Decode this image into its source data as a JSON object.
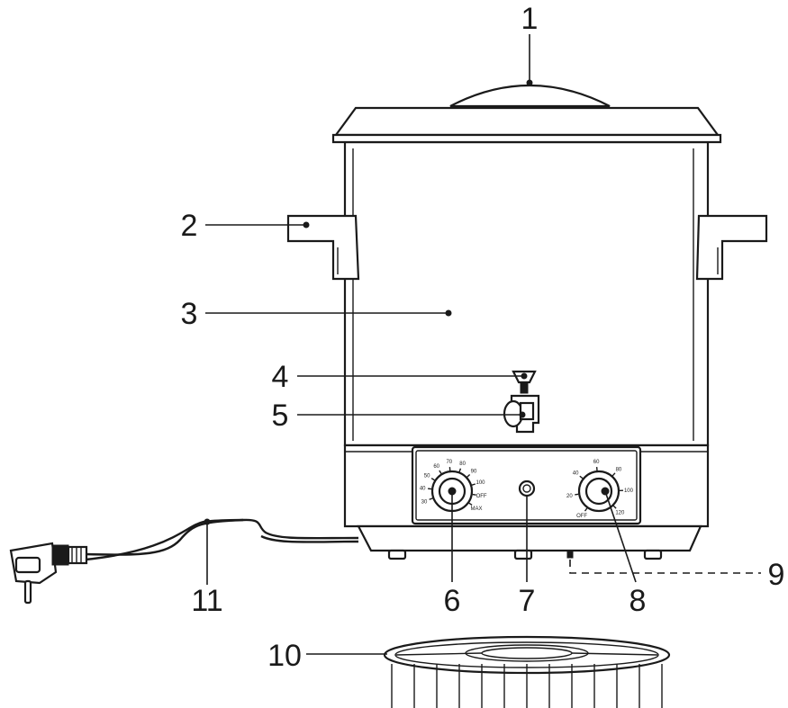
{
  "callouts": [
    {
      "id": "1",
      "label": "1"
    },
    {
      "id": "2",
      "label": "2"
    },
    {
      "id": "3",
      "label": "3"
    },
    {
      "id": "4",
      "label": "4"
    },
    {
      "id": "5",
      "label": "5"
    },
    {
      "id": "6",
      "label": "6"
    },
    {
      "id": "7",
      "label": "7"
    },
    {
      "id": "8",
      "label": "8"
    },
    {
      "id": "9",
      "label": "9"
    },
    {
      "id": "10",
      "label": "10"
    },
    {
      "id": "11",
      "label": "11"
    }
  ],
  "temperature_dial": {
    "ticks": [
      "30",
      "40",
      "50",
      "60",
      "70",
      "80",
      "90",
      "100",
      "OFF",
      "MAX"
    ]
  },
  "timer_dial": {
    "ticks": [
      "OFF",
      "20",
      "40",
      "60",
      "80",
      "100",
      "120"
    ]
  },
  "colors": {
    "line": "#1a1a1a",
    "background": "#ffffff"
  }
}
